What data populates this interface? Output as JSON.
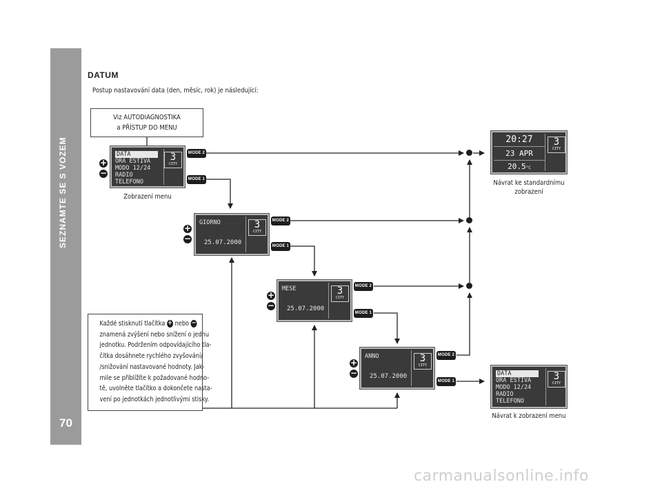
{
  "sidebar": {
    "title": "SEZNAMTE SE S VOZEM",
    "page_number": "70"
  },
  "heading": "DATUM",
  "intro": "Postup nastavování data (den, měsíc, rok) je následující:",
  "ref_box": {
    "line1": "Viz AUTODIAGNOSTIKA",
    "line2": "a PŘÍSTUP DO MENU"
  },
  "buttons": {
    "mode1": "MODE 1",
    "mode2": "MODE 2",
    "plus": "+",
    "minus": "−"
  },
  "menu_display": {
    "items": [
      "DATA",
      "ORA ESTIVA",
      "MODO 12/24",
      "RADIO",
      "TELEFONO"
    ],
    "number": "3",
    "number_sub": "CITY",
    "caption": "Zobrazení menu"
  },
  "standard_display": {
    "time": "20:27",
    "date": "23 APR",
    "temp": "20.5",
    "temp_unit": "°C",
    "number": "3",
    "number_sub": "CITY",
    "caption_line1": "Návrat ke standardnímu",
    "caption_line2": "zobrazení"
  },
  "giorno_display": {
    "label": "GIORNO",
    "value": "25.07.2000",
    "number": "3",
    "number_sub": "CITY"
  },
  "mese_display": {
    "label": "MESE",
    "value": "25.07.2000",
    "number": "3",
    "number_sub": "CITY"
  },
  "anno_display": {
    "label": "ANNO",
    "value": "25.07.2000",
    "number": "3",
    "number_sub": "CITY"
  },
  "return_menu_display": {
    "items": [
      "DATA",
      "ORA ESTIVA",
      "MODO 12/24",
      "RADIO",
      "TELEFONO"
    ],
    "number": "3",
    "number_sub": "CITY",
    "caption": "Návrat k zobrazení menu"
  },
  "info_box": {
    "line1_a": "Každé stisknutí tlačítka",
    "line1_b": "nebo",
    "line2": "znamená zvýšení nebo snížení o jednu",
    "line3": "jednotku. Podržením odpovídajícího tla-",
    "line4": "čítka dosáhnete rychlého zvyšování/",
    "line5": "/snižování nastavované hodnoty. Jak-",
    "line6": "mile se přiblížíte k požadované hodno-",
    "line7": "tě, uvolněte tlačítko a dokončete nasta-",
    "line8": "vení po jednotkách jednotlivými stisky."
  },
  "watermark": "carmanualsonline.info"
}
